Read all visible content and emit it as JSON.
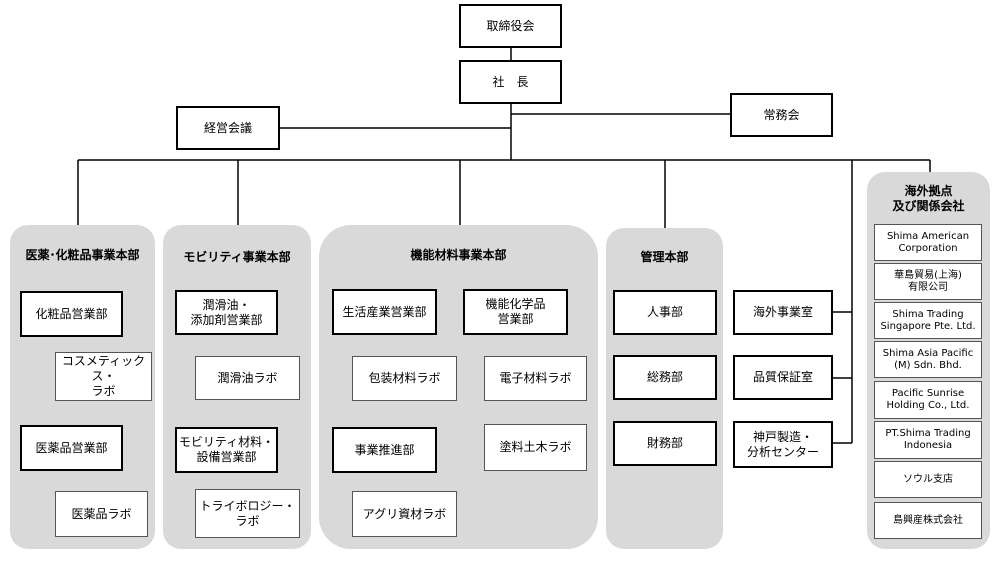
{
  "top": {
    "board": "取締役会",
    "president": "社　長",
    "management_meeting": "経営会議",
    "executive_meeting": "常務会"
  },
  "pharma": {
    "title": "医薬･化粧品事業本部",
    "cosmetics_sales": "化粧品営業部",
    "cosmetics_lab": "コスメティックス・\nラボ",
    "pharma_sales": "医薬品営業部",
    "pharma_lab": "医薬品ラボ"
  },
  "mobility": {
    "title": "モビリティ事業本部",
    "lubricant_sales": "潤滑油・\n添加剤営業部",
    "lubricant_lab": "潤滑油ラボ",
    "materials_sales": "モビリティ材料・\n設備営業部",
    "tribology_lab": "トライボロジー・\nラボ"
  },
  "functional": {
    "title": "機能材料事業本部",
    "life_industry": "生活産業営業部",
    "packaging_lab": "包装材料ラボ",
    "business_promotion": "事業推進部",
    "agri_lab": "アグリ資材ラボ",
    "chemical_sales": "機能化学品\n営業部",
    "electronic_lab": "電子材料ラボ",
    "civil_lab": "塗料土木ラボ"
  },
  "admin": {
    "title": "管理本部",
    "hr": "人事部",
    "general_affairs": "総務部",
    "finance": "財務部"
  },
  "other": {
    "overseas": "海外事業室",
    "quality": "品質保証室",
    "kobe": "神戸製造・\n分析センター"
  },
  "overseas_bases": {
    "title": "海外拠点\n及び関係会社",
    "items": [
      "Shima American\nCorporation",
      "華島貿易(上海)\n有限公司",
      "Shima Trading\nSingapore Pte. Ltd.",
      "Shima Asia Pacific\n(M) Sdn. Bhd.",
      "Pacific Sunrise\nHolding Co., Ltd.",
      "PT.Shima Trading\nIndonesia",
      "ソウル支店",
      "島興産株式会社"
    ]
  }
}
